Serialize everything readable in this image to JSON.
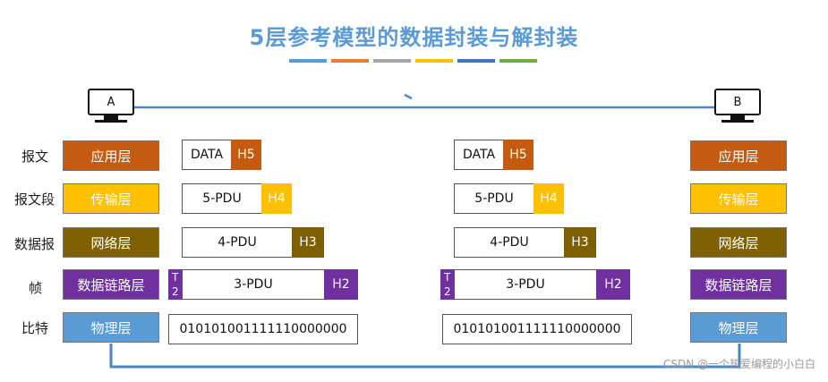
{
  "title": "5层参考模型的数据封装与解封装",
  "title_bar_colors": [
    "#5b9bd5",
    "#ed7d31",
    "#a5a5a5",
    "#ffc000",
    "#4472c4",
    "#70ad47"
  ],
  "hosts": {
    "a": "A",
    "b": "B"
  },
  "rows": [
    {
      "label": "报文",
      "layer": "应用层",
      "color": "#c55a11"
    },
    {
      "label": "报文段",
      "layer": "传输层",
      "color": "#ffc000"
    },
    {
      "label": "数据报",
      "layer": "网络层",
      "color": "#7f6000"
    },
    {
      "label": "帧",
      "layer": "数据链路层",
      "color": "#7030a0"
    },
    {
      "label": "比特",
      "layer": "物理层",
      "color": "#5b9bd5"
    }
  ],
  "pdus": {
    "app": {
      "body": "DATA",
      "header": "H5"
    },
    "transport": {
      "body": "5-PDU",
      "header": "H4"
    },
    "network": {
      "body": "4-PDU",
      "header": "H3"
    },
    "link": {
      "body": "3-PDU",
      "header": "H2",
      "trailer_1": "T",
      "trailer_2": "2"
    },
    "physical": {
      "bits": "010101001111110000000"
    }
  },
  "link_colors": {
    "connector": "#4a86c5"
  },
  "watermark": "CSDN @一个热爱编程的小白白"
}
